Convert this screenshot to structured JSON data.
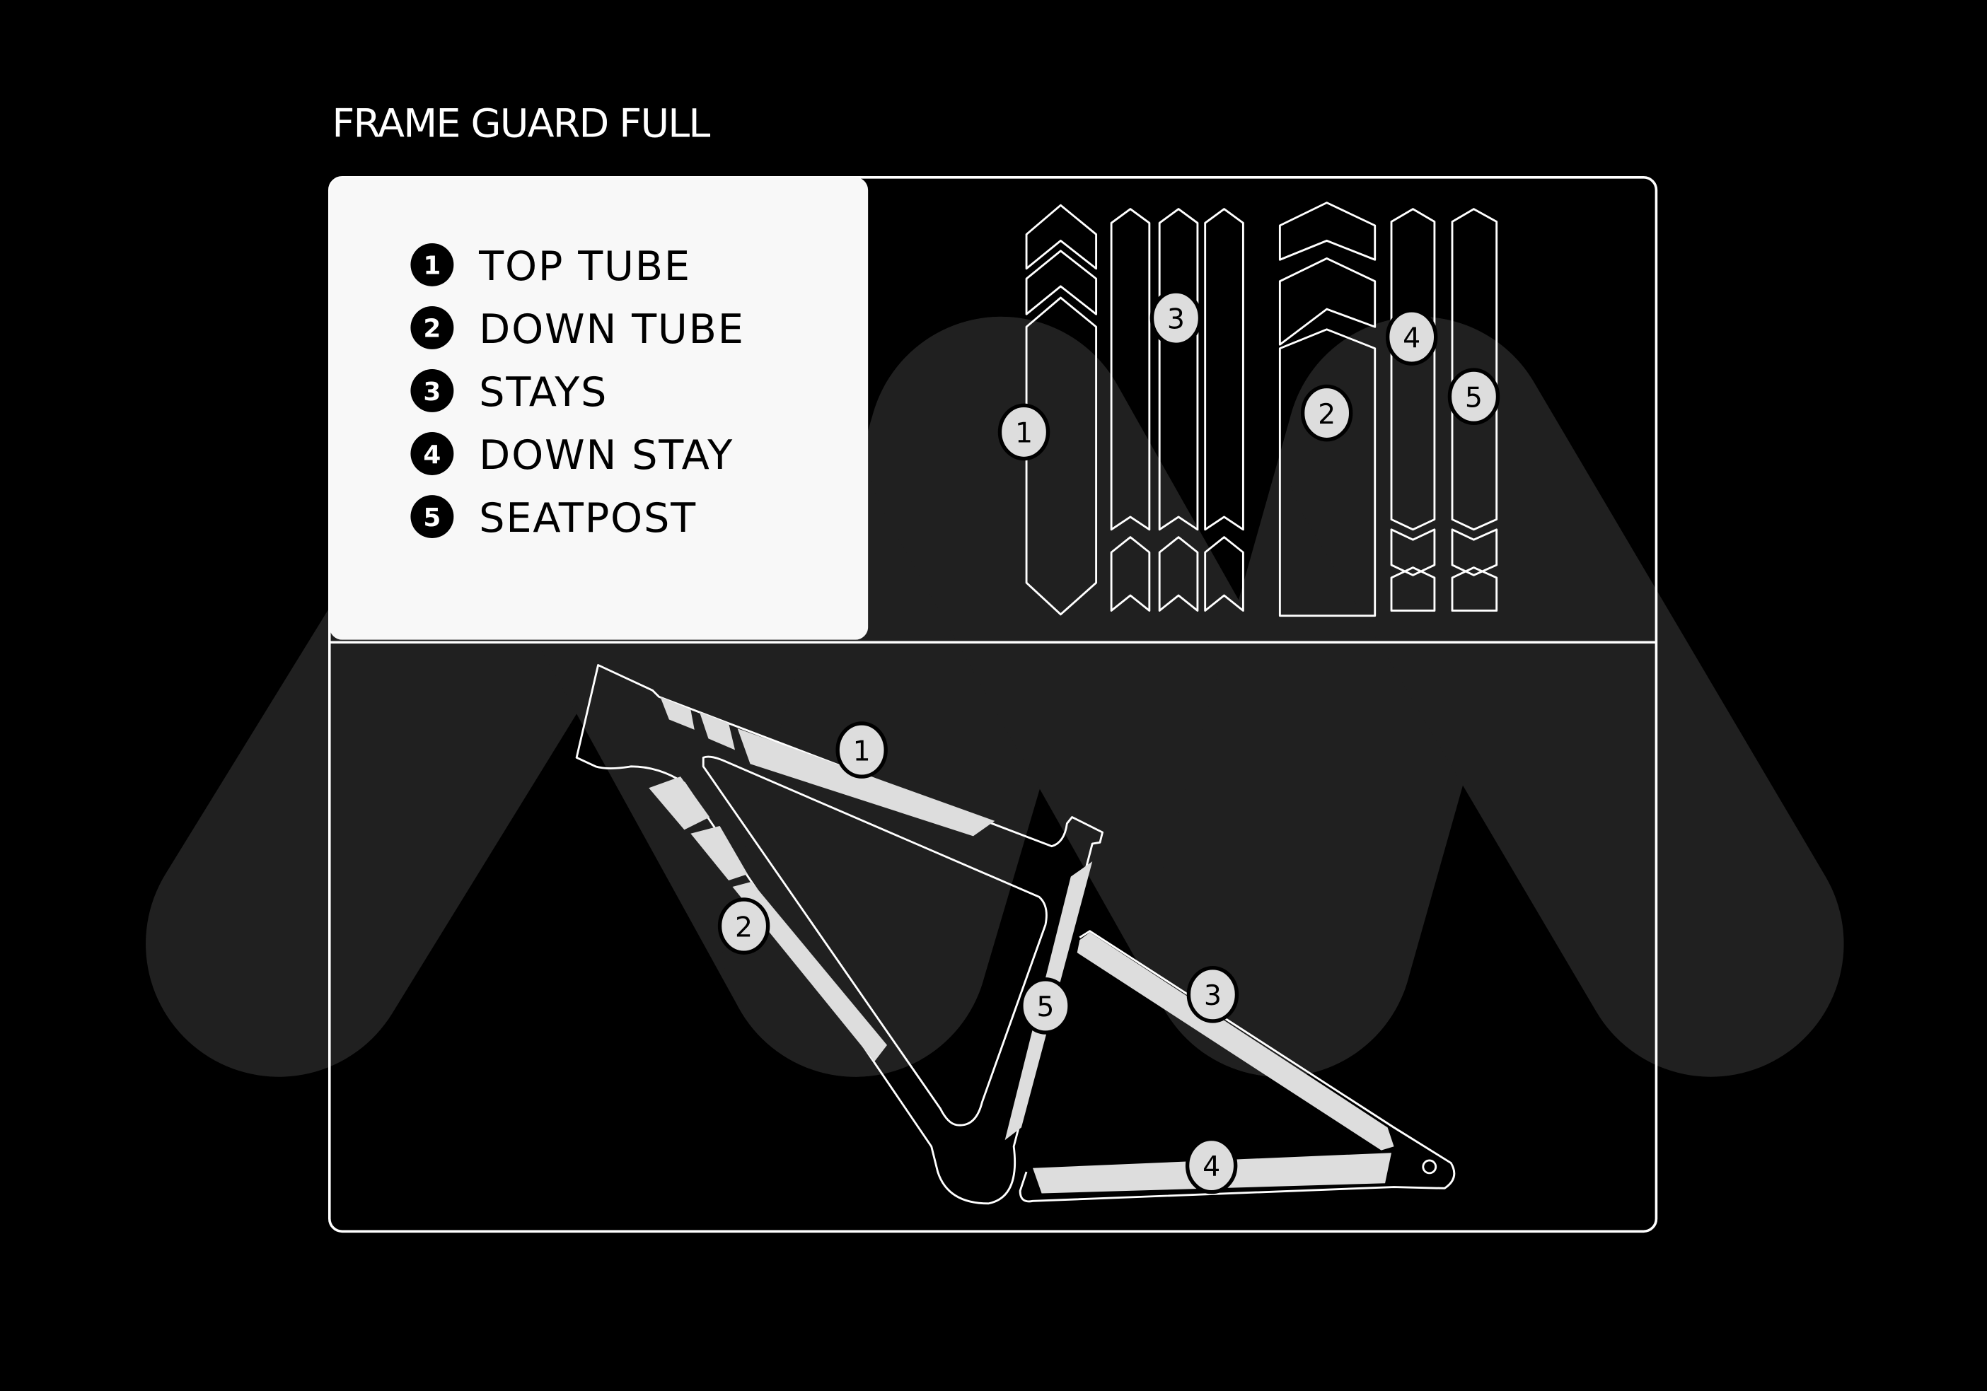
{
  "title": "FRAME GUARD FULL",
  "legend": [
    {
      "num": "1",
      "label": "TOP TUBE"
    },
    {
      "num": "2",
      "label": "DOWN TUBE"
    },
    {
      "num": "3",
      "label": "STAYS"
    },
    {
      "num": "4",
      "label": "DOWN STAY"
    },
    {
      "num": "5",
      "label": "SEATPOST"
    }
  ],
  "sticker_sheet_markers": [
    "1",
    "3",
    "2",
    "4",
    "5"
  ],
  "frame_markers": [
    "1",
    "2",
    "5",
    "3",
    "4"
  ],
  "colors": {
    "background": "#000000",
    "logo_band": "#202020",
    "panel": "#f8f8f8",
    "sticker": "#dddddd",
    "outline": "#ffffff"
  }
}
